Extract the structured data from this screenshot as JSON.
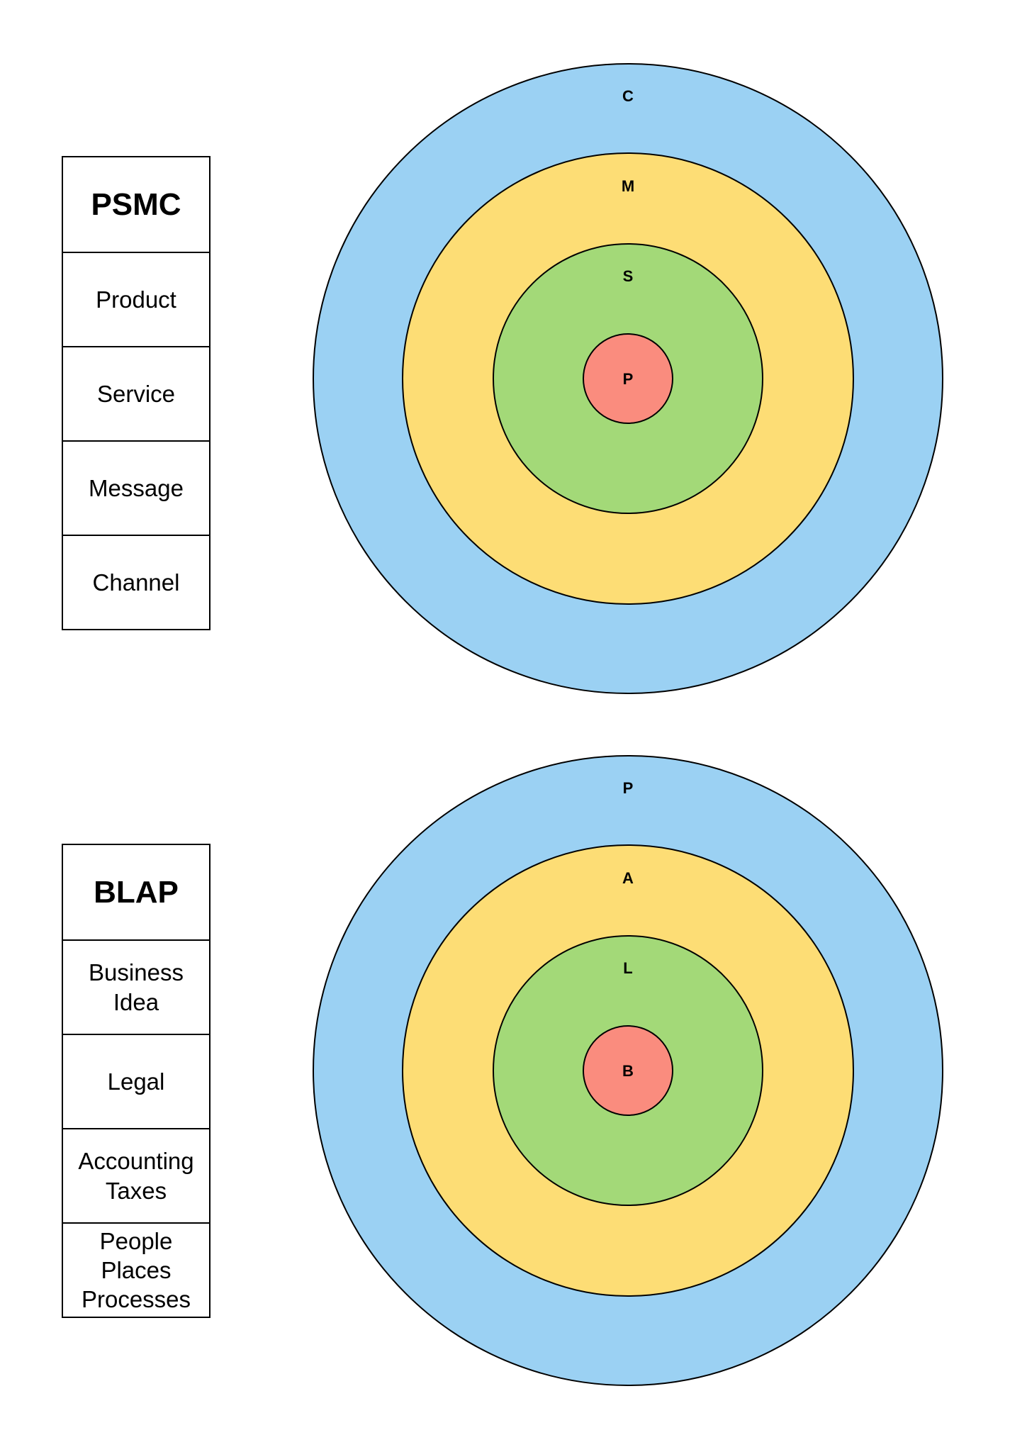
{
  "colors": {
    "outer": "#9bd1f3",
    "third": "#fddd75",
    "second": "#a3d978",
    "core": "#fa8c7e",
    "stroke": "#000000"
  },
  "psmc": {
    "legend": {
      "title": "PSMC",
      "items": [
        "Product",
        "Service",
        "Message",
        "Channel"
      ]
    },
    "rings": {
      "outer": "C",
      "third": "M",
      "second": "S",
      "core": "P"
    }
  },
  "blap": {
    "legend": {
      "title": "BLAP",
      "items": [
        "Business\nIdea",
        "Legal",
        "Accounting\nTaxes",
        "People\nPlaces\nProcesses"
      ]
    },
    "rings": {
      "outer": "P",
      "third": "A",
      "second": "L",
      "core": "B"
    }
  }
}
